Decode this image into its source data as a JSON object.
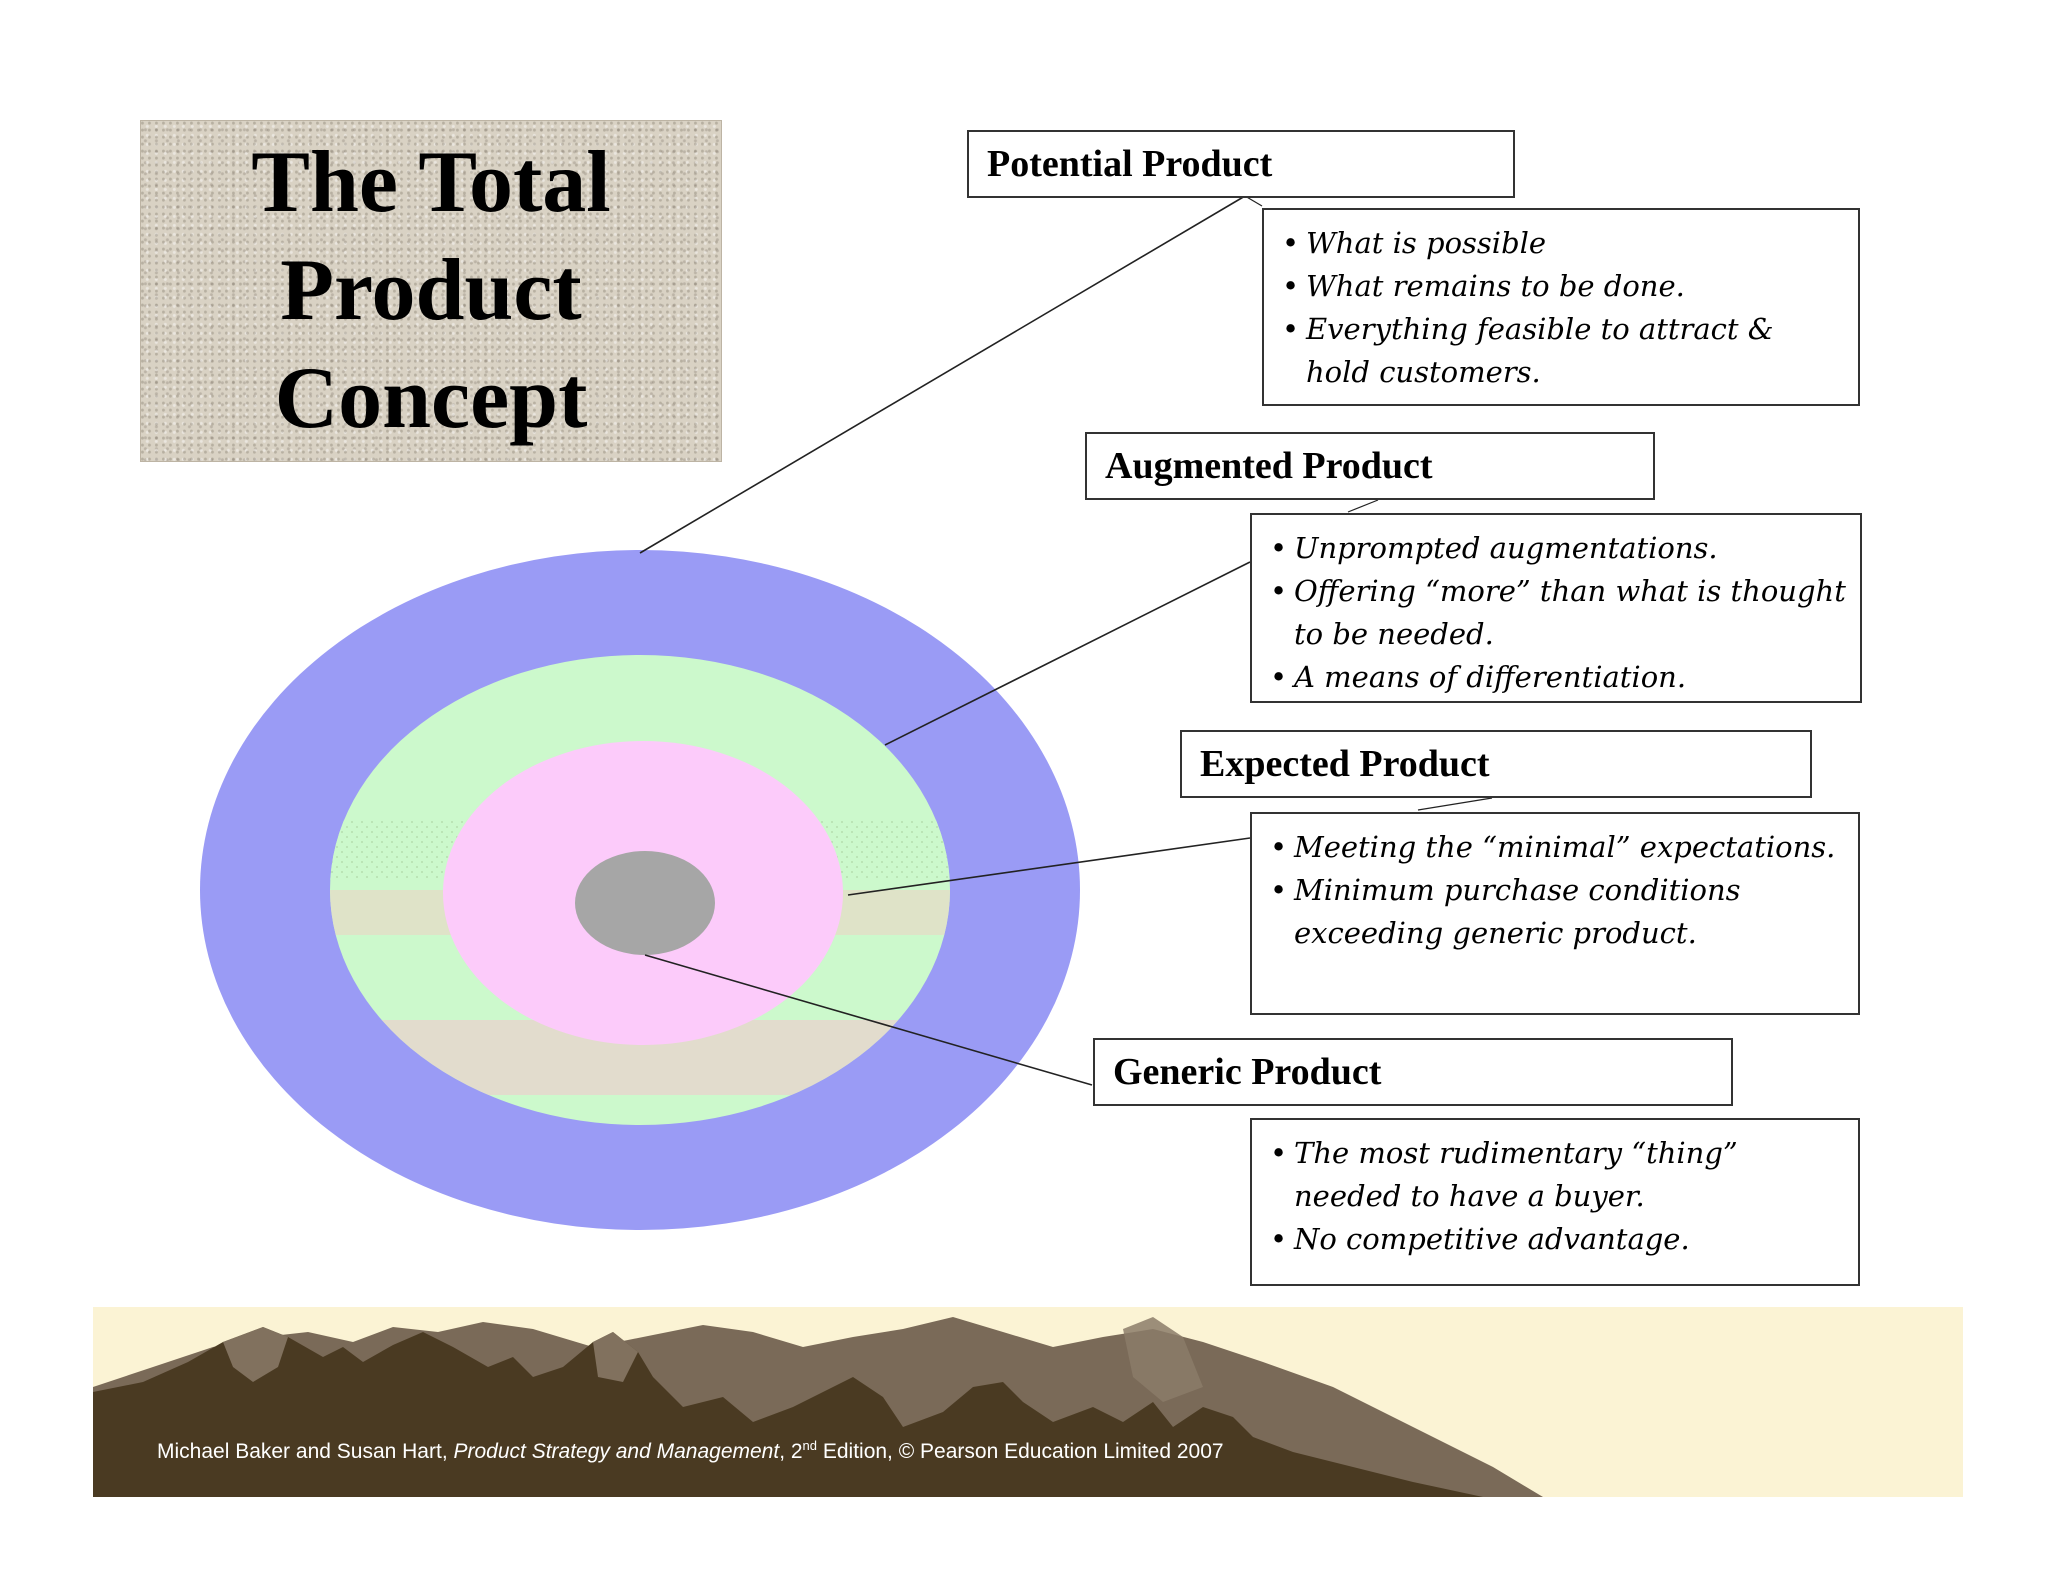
{
  "title": {
    "lines": [
      "The Total",
      "Product",
      "Concept"
    ]
  },
  "labels": {
    "potential": "Potential Product",
    "augmented": "Augmented Product",
    "expected": "Expected Product",
    "generic": "Generic Product"
  },
  "bullets": {
    "potential": [
      "What is possible",
      "What remains to be done.",
      "Everything feasible to attract & hold customers."
    ],
    "augmented": [
      "Unprompted augmentations.",
      "Offering “more” than what is thought to be needed.",
      "A means of differentiation."
    ],
    "expected": [
      "Meeting the “minimal” expectations.",
      "Minimum purchase conditions exceeding generic product."
    ],
    "generic": [
      "The most rudimentary “thing” needed to have a buyer.",
      "No competitive advantage."
    ]
  },
  "rings": {
    "potential_color": "#9a9bf5",
    "augmented_color": "#ccf9cc",
    "expected_color": "#fccbfa",
    "generic_color": "#a6a6a6"
  },
  "footer": {
    "authors": "Michael Baker and Susan Hart, ",
    "book": "Product Strategy and Management",
    "edition_num": ", 2",
    "edition_sup": "nd",
    "rest": " Edition, © Pearson Education Limited 2007",
    "sky_color": "#fbf3d4",
    "mountain_color": "#4a3a22"
  }
}
